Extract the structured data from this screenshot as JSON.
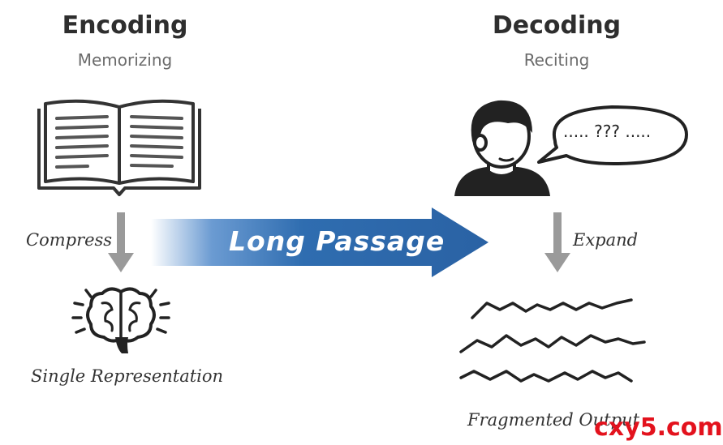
{
  "encoding": {
    "title": "Encoding",
    "subtitle": "Memorizing",
    "step_label": "Compress",
    "result_label": "Single Representation"
  },
  "decoding": {
    "title": "Decoding",
    "subtitle": "Reciting",
    "step_label": "Expand",
    "result_label": "Fragmented Output",
    "speech": "..... ??? ....."
  },
  "banner": {
    "label": "Long Passage",
    "color": "#2f6db0"
  },
  "icons": [
    "book-icon",
    "person-icon",
    "speech-bubble-icon",
    "brain-icon",
    "down-arrow-icon",
    "fragmented-lines-icon"
  ],
  "watermark": "cxy5.com"
}
